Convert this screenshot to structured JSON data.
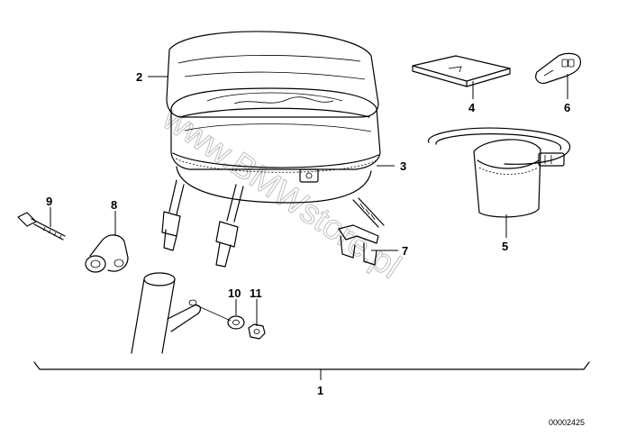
{
  "callouts": {
    "c1": "1",
    "c2": "2",
    "c3": "3",
    "c4": "4",
    "c5": "5",
    "c6": "6",
    "c7": "7",
    "c8": "8",
    "c9": "9",
    "c10": "10",
    "c11": "11"
  },
  "drawing_number": "00002425",
  "watermark": "www.BMWstore.pl"
}
